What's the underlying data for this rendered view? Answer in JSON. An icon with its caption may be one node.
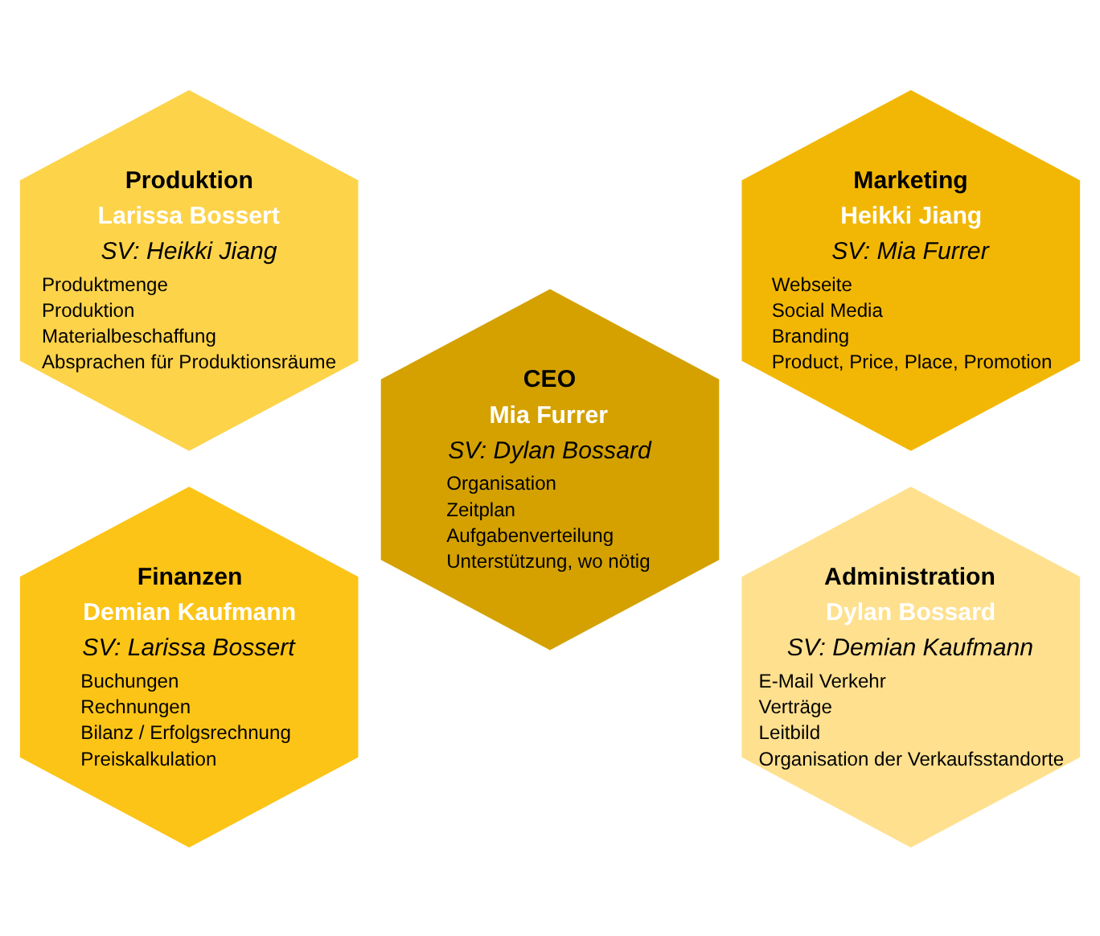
{
  "diagram": {
    "nodes": [
      {
        "text": [
          "Produktion",
          "Larissa Bossert",
          "SV: Heikki Jiang",
          "Produktmenge",
          "Produktion",
          "Materialbeschaffung",
          "Absprachen für Produktionsräume"
        ]
      },
      {
        "text": [
          "Marketing",
          "Heikki Jiang",
          "SV: Mia Furrer",
          "Webseite",
          "Social Media",
          "Branding",
          "Product, Price, Place, Promotion"
        ]
      },
      {
        "text": [
          "CEO",
          "Mia Furrer",
          "SV: Dylan Bossard",
          "Organisation",
          "Zeitplan",
          "Aufgabenverteilung",
          "Unterstützung, wo nötig"
        ]
      },
      {
        "text": [
          "Finanzen",
          "Demian Kaufmann",
          "SV: Larissa Bossert",
          "Buchungen",
          "Rechnungen",
          "Bilanz / Erfolgsrechnung",
          "Preiskalkulation"
        ]
      },
      {
        "text": [
          "Administration",
          "Dylan Bossard",
          "SV: Demian Kaufmann",
          "E-Mail Verkehr",
          "Verträge",
          "Leitbild",
          "Organisation der Verkaufsstandorte"
        ]
      }
    ]
  }
}
